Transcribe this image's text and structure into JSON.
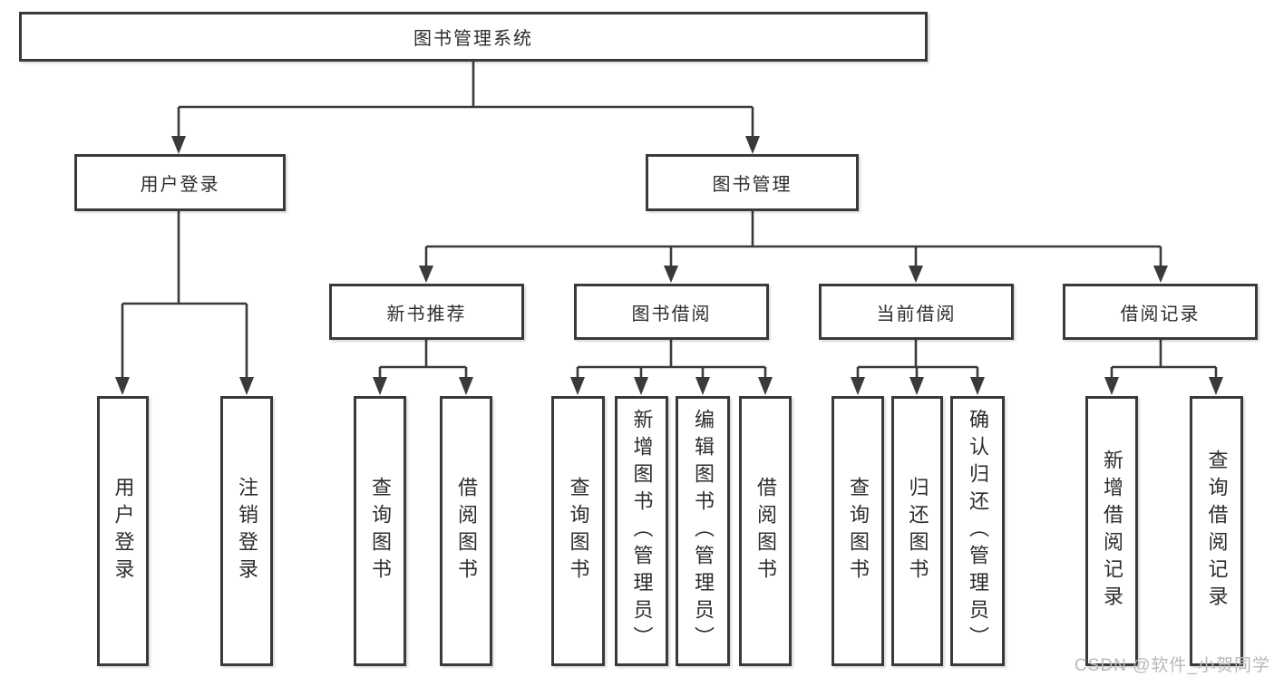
{
  "diagram_title": "图书管理系统",
  "colors": {
    "box_border": "#3a3a3a",
    "box_fill": "#ffffff",
    "connector": "#3a3a3a",
    "text": "#2d2d2d",
    "watermark_text": "#b9b9b9"
  },
  "root": {
    "label": "图书管理系统"
  },
  "level2": [
    {
      "label": "用户登录",
      "parent": "图书管理系统"
    },
    {
      "label": "图书管理",
      "parent": "图书管理系统"
    }
  ],
  "level3": [
    {
      "label": "新书推荐",
      "parent": "图书管理"
    },
    {
      "label": "图书借阅",
      "parent": "图书管理"
    },
    {
      "label": "当前借阅",
      "parent": "图书管理"
    },
    {
      "label": "借阅记录",
      "parent": "图书管理"
    }
  ],
  "leaves": [
    {
      "label": "用户登录",
      "parent": "用户登录"
    },
    {
      "label": "注销登录",
      "parent": "用户登录"
    },
    {
      "label": "查询图书",
      "parent": "新书推荐"
    },
    {
      "label": "借阅图书",
      "parent": "新书推荐"
    },
    {
      "label": "查询图书",
      "parent": "图书借阅"
    },
    {
      "label": "新增图书（管理员）",
      "parent": "图书借阅"
    },
    {
      "label": "编辑图书（管理员）",
      "parent": "图书借阅"
    },
    {
      "label": "借阅图书",
      "parent": "图书借阅"
    },
    {
      "label": "查询图书",
      "parent": "当前借阅"
    },
    {
      "label": "归还图书",
      "parent": "当前借阅"
    },
    {
      "label": "确认归还（管理员）",
      "parent": "当前借阅"
    },
    {
      "label": "新增借阅记录",
      "parent": "借阅记录"
    },
    {
      "label": "查询借阅记录",
      "parent": "借阅记录"
    }
  ],
  "watermark": {
    "text": "CSDN @软件_小贺同学"
  }
}
